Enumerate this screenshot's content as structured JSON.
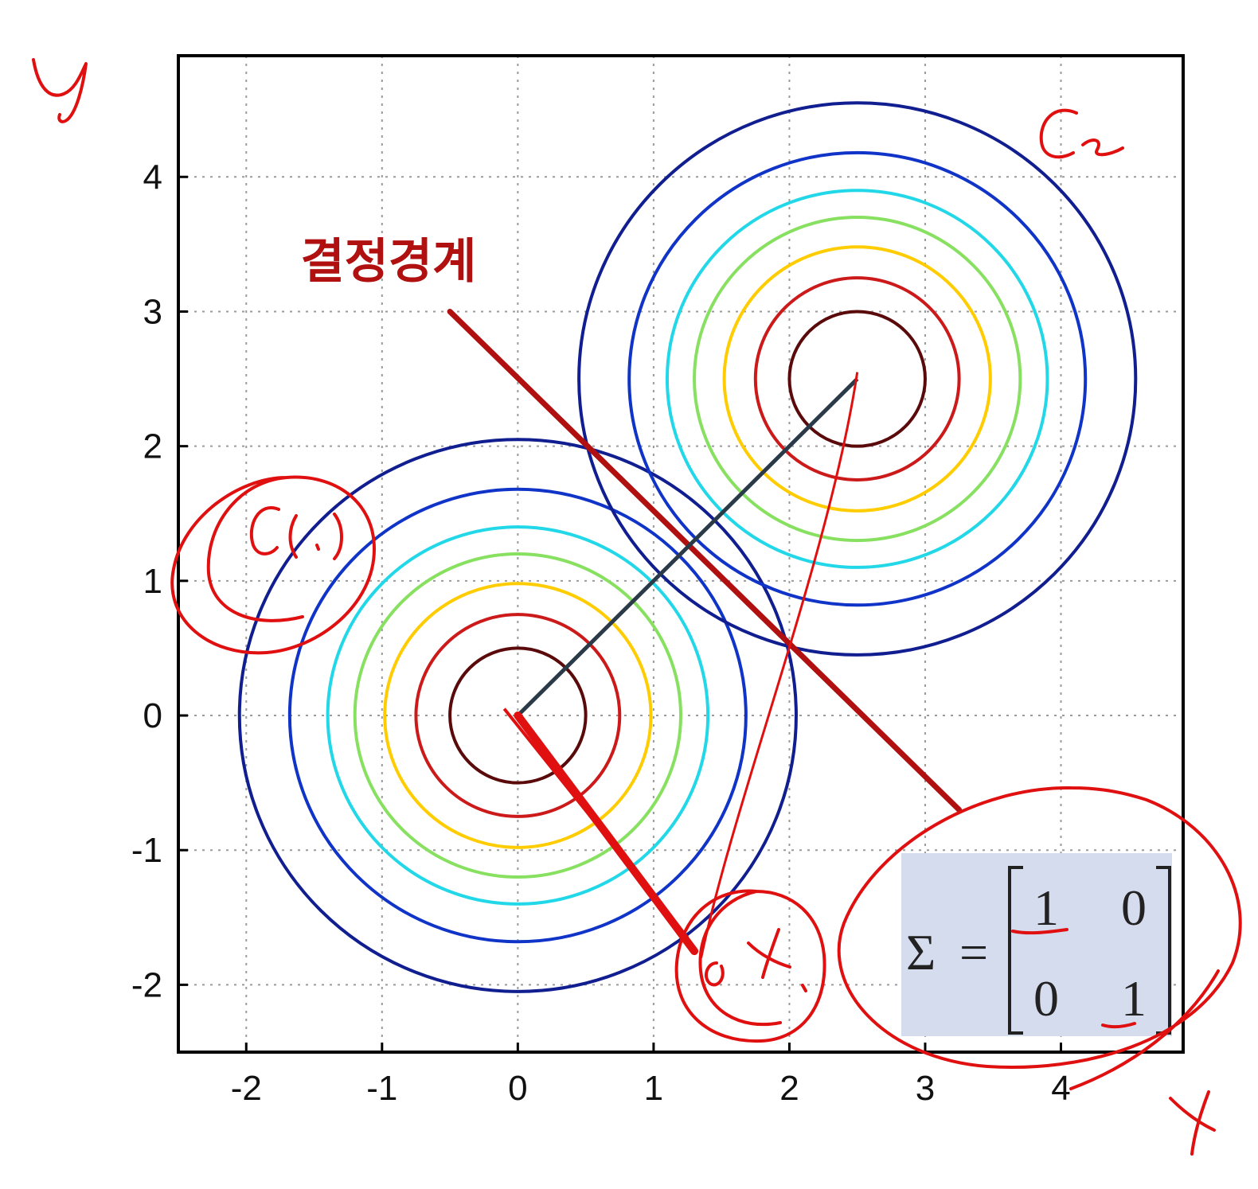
{
  "chart_data": {
    "type": "contour",
    "title": "",
    "xlabel": "",
    "ylabel": "",
    "xlim": [
      -2.5,
      4.9
    ],
    "ylim": [
      -2.5,
      4.9
    ],
    "xticks": [
      "-2",
      "-1",
      "0",
      "1",
      "2",
      "3",
      "4"
    ],
    "yticks": [
      "4",
      "3",
      "2",
      "1",
      "0",
      "-1",
      "-2"
    ],
    "xtick_values": [
      -2,
      -1,
      0,
      1,
      2,
      3,
      4
    ],
    "ytick_values": [
      4,
      3,
      2,
      1,
      0,
      -1,
      -2
    ],
    "grid": true,
    "clusters": [
      {
        "center": [
          0,
          0
        ],
        "radii": [
          0.5,
          0.75,
          0.98,
          1.2,
          1.4,
          1.68,
          2.05
        ]
      },
      {
        "center": [
          2.5,
          2.5
        ],
        "radii": [
          0.5,
          0.75,
          0.98,
          1.2,
          1.4,
          1.68,
          2.05
        ]
      }
    ],
    "contour_colors": [
      "#5a0a0a",
      "#cc1a1a",
      "#ffcc00",
      "#88e060",
      "#22d8e8",
      "#1034c8",
      "#101e90"
    ],
    "decision_boundary": {
      "from": [
        -0.5,
        3.0
      ],
      "to": [
        3.25,
        -0.7
      ],
      "color": "#b01010"
    },
    "center_link": {
      "from": [
        0,
        0
      ],
      "to": [
        2.5,
        2.5
      ],
      "color": "#2a3a48"
    },
    "annotations": {
      "boundary_label": "결정경계",
      "boundary_label_pos": [
        -1.6,
        3.25
      ],
      "sigma": {
        "symbol": "Σ",
        "equals": "=",
        "matrix": [
          [
            "1",
            "0"
          ],
          [
            "0",
            "1"
          ]
        ]
      }
    },
    "handwriting": {
      "y_axis": "y",
      "x_axis": "x",
      "cluster1": "C(.)",
      "cluster2": "C₂",
      "sample": "x",
      "color": "#e01010"
    }
  }
}
